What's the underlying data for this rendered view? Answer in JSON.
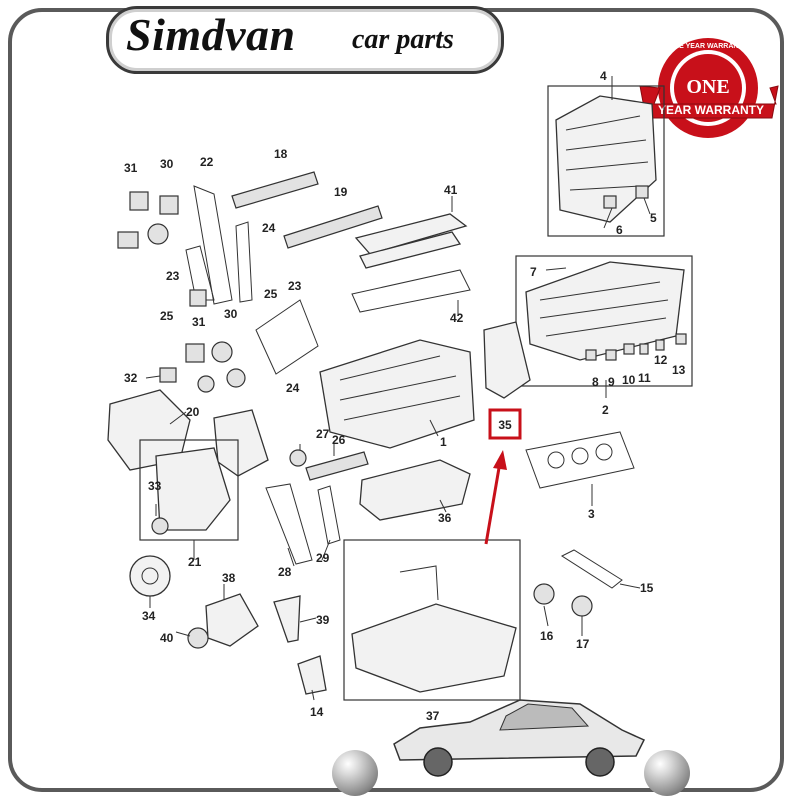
{
  "brand": {
    "name": "Simdvan",
    "tagline": "car parts"
  },
  "badge": {
    "top_text": "ONE YEAR WARRANTY",
    "line1": "ONE",
    "line2": "YEAR WARRANTY",
    "color": "#c8101a"
  },
  "highlight": {
    "label": "35",
    "color": "#c8101a"
  },
  "callouts": {
    "n1": "1",
    "n2": "2",
    "n3": "3",
    "n4": "4",
    "n5": "5",
    "n6": "6",
    "n7": "7",
    "n8": "8",
    "n9": "9",
    "n10": "10",
    "n11": "11",
    "n12": "12",
    "n13": "13",
    "n14": "14",
    "n15": "15",
    "n16": "16",
    "n17": "17",
    "n18": "18",
    "n19": "19",
    "n20": "20",
    "n21": "21",
    "n22": "22",
    "n23a": "23",
    "n23b": "23",
    "n24a": "24",
    "n24b": "24",
    "n25a": "25",
    "n25b": "25",
    "n26": "26",
    "n27": "27",
    "n28": "28",
    "n29": "29",
    "n30a": "30",
    "n30b": "30",
    "n31a": "31",
    "n31b": "31",
    "n32": "32",
    "n33": "33",
    "n34": "34",
    "n36": "36",
    "n37": "37",
    "n38": "38",
    "n39": "39",
    "n40": "40",
    "n41": "41",
    "n42": "42"
  }
}
